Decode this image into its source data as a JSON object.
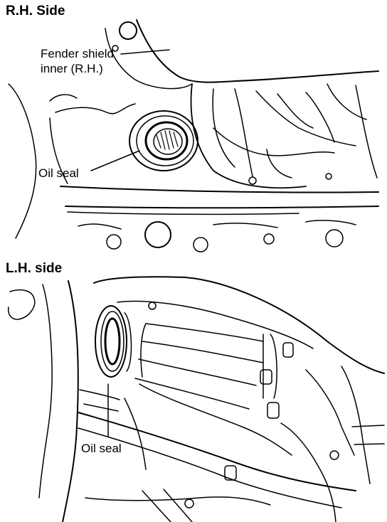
{
  "figure": {
    "rh_panel": {
      "title": "R.H. Side",
      "labels": {
        "fender_shield_line1": "Fender shield",
        "fender_shield_line2": "inner (R.H.)",
        "oil_seal": "Oil seal"
      }
    },
    "lh_panel": {
      "title": "L.H. side",
      "labels": {
        "oil_seal": "Oil seal"
      }
    }
  }
}
